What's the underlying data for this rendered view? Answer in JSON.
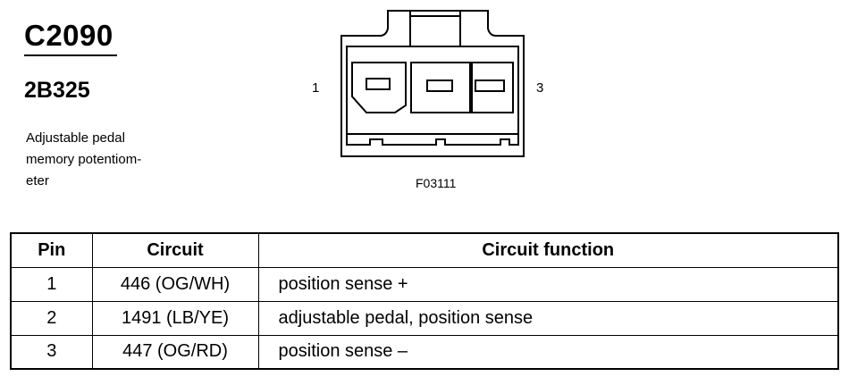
{
  "connector": {
    "id": "C2090",
    "part_number": "2B325",
    "description_lines": [
      "Adjustable pedal",
      "memory potentiom-",
      "eter"
    ]
  },
  "diagram": {
    "pin_left_label": "1",
    "pin_right_label": "3",
    "figure_code": "F03111"
  },
  "table": {
    "headers": {
      "pin": "Pin",
      "circuit": "Circuit",
      "function": "Circuit function"
    },
    "rows": [
      {
        "pin": "1",
        "circuit": "446 (OG/WH)",
        "function": "position sense +"
      },
      {
        "pin": "2",
        "circuit": "1491 (LB/YE)",
        "function": "adjustable pedal, position sense"
      },
      {
        "pin": "3",
        "circuit": "447 (OG/RD)",
        "function": "position sense –"
      }
    ]
  }
}
